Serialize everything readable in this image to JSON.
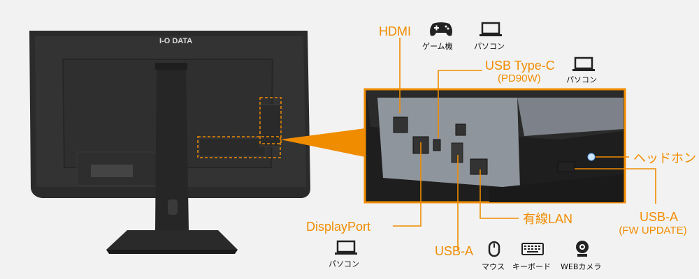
{
  "brand": {
    "logo_text": "I-O DATA"
  },
  "ports": {
    "hdmi": {
      "label": "HDMI"
    },
    "usb_c": {
      "label": "USB Type-C",
      "sublabel": "(PD90W)"
    },
    "displayport": {
      "label": "DisplayPort"
    },
    "usb_a": {
      "label": "USB-A"
    },
    "lan": {
      "label": "有線LAN"
    },
    "headphone": {
      "label": "ヘッドホン"
    },
    "usb_a_fw": {
      "label": "USB-A",
      "sublabel": "(FW UPDATE)"
    }
  },
  "devices": {
    "hdmi_game": "ゲーム機",
    "hdmi_pc": "パソコン",
    "usbc_pc": "パソコン",
    "dp_pc": "パソコン",
    "usba_mouse": "マウス",
    "usba_keyboard": "キーボード",
    "usba_webcam": "WEBカメラ"
  },
  "colors": {
    "accent": "#f08c00",
    "monitor_body": "#2a2a2a",
    "background": "#f2f2f2"
  }
}
